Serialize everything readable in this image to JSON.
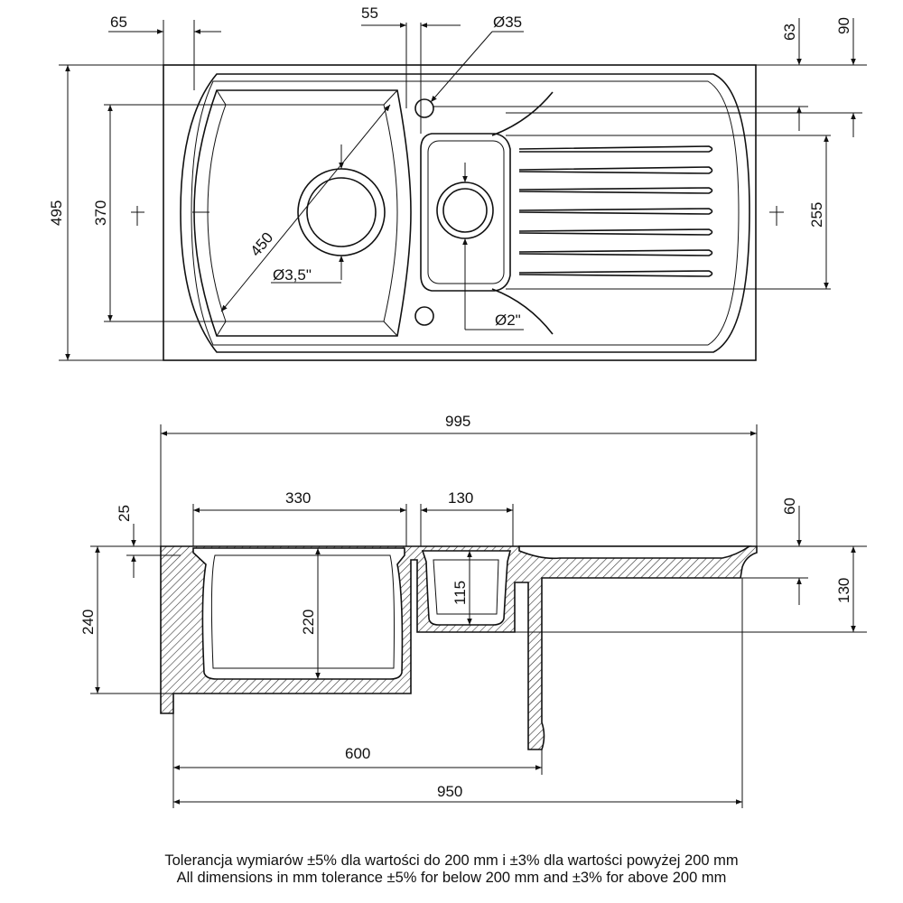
{
  "top_view": {
    "dims": {
      "d65": "65",
      "d55": "55",
      "d_dia35": "Ø35",
      "d63": "63",
      "d90": "90",
      "d495": "495",
      "d370": "370",
      "d255": "255",
      "d450": "450",
      "d_dia35in": "Ø3,5\"",
      "d_dia2in": "Ø2\""
    }
  },
  "side_view": {
    "dims": {
      "d995": "995",
      "d330": "330",
      "d130w": "130",
      "d60": "60",
      "d25": "25",
      "d240": "240",
      "d220": "220",
      "d115": "115",
      "d130h": "130",
      "d600": "600",
      "d950": "950"
    }
  },
  "footer": {
    "note_pl": "Tolerancja wymiarów ±5% dla wartości do 200 mm i ±3% dla wartości powyżej 200 mm",
    "note_en": "All dimensions in mm tolerance ±5% for below 200 mm and ±3% for above 200 mm"
  }
}
